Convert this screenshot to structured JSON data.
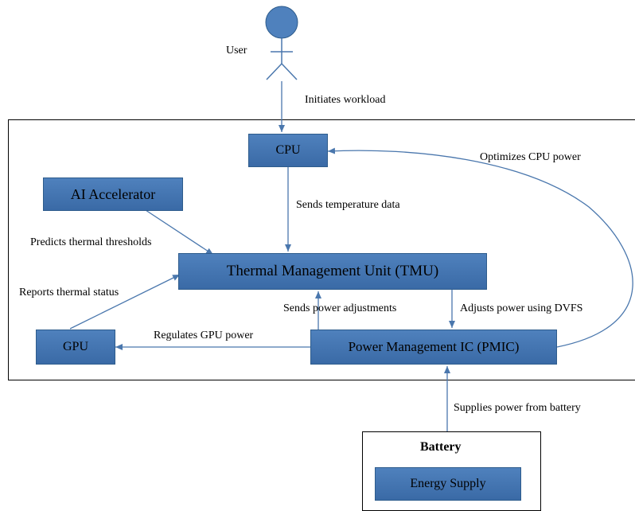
{
  "actor": {
    "label": "User"
  },
  "components": {
    "cpu": "CPU",
    "ai_accelerator": "AI Accelerator",
    "tmu": "Thermal Management Unit (TMU)",
    "gpu": "GPU",
    "pmic": "Power Management IC (PMIC)",
    "battery_title": "Battery",
    "energy_supply": "Energy Supply"
  },
  "edges": {
    "initiates": "Initiates workload",
    "optimizes": "Optimizes CPU power",
    "sends_temp": "Sends temperature data",
    "predicts": "Predicts thermal thresholds",
    "reports": "Reports thermal status",
    "sends_power": "Sends power adjustments",
    "adjusts": "Adjusts power using DVFS",
    "regulates": "Regulates GPU power",
    "supplies": "Supplies power from battery"
  },
  "colors": {
    "box_fill": "#4f81bd",
    "connector": "#4a77ad",
    "frame": "#000000"
  }
}
